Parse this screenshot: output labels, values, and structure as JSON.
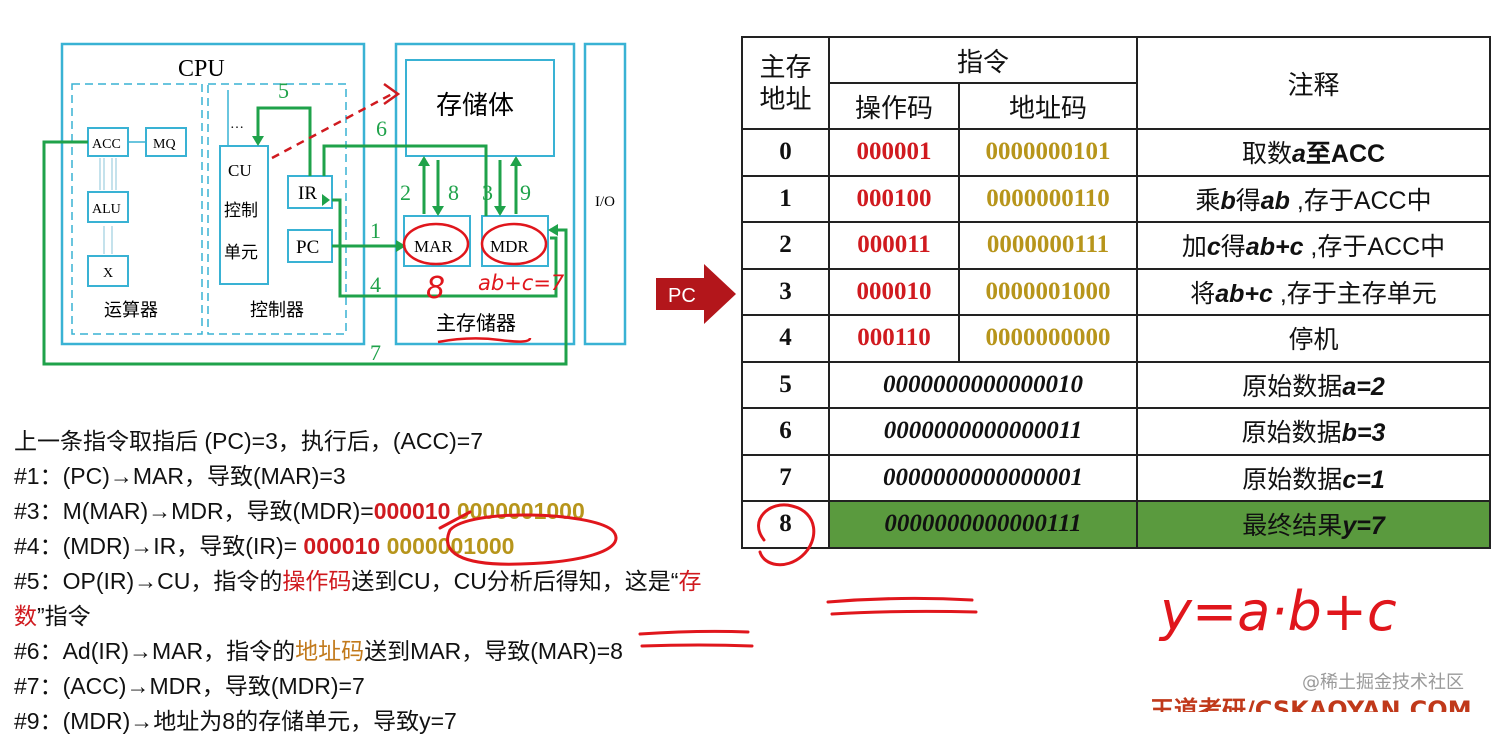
{
  "diagram": {
    "cpu_label": "CPU",
    "acc": "ACC",
    "mq": "MQ",
    "alu": "ALU",
    "x": "X",
    "alu_unit_label": "运算器",
    "cu_lines": [
      "CU",
      "控制",
      "单元"
    ],
    "dots": "…",
    "ir": "IR",
    "pc": "PC",
    "control_unit_label": "控制器",
    "storage_body": "存储体",
    "mar": "MAR",
    "mdr": "MDR",
    "main_memory_label": "主存储器",
    "io": "I/O",
    "step_numbers": [
      "5",
      "6",
      "2",
      "8",
      "3",
      "9",
      "1",
      "4",
      "7"
    ],
    "handwritten_mar": "8",
    "handwritten_mdr": "ab+c=7"
  },
  "pc_arrow_label": "PC",
  "table": {
    "headers": {
      "address": [
        "主存",
        "地址"
      ],
      "instruction": "指令",
      "opcode": "操作码",
      "address_code": "地址码",
      "note": "注释"
    },
    "instruction_rows": [
      {
        "addr": "0",
        "op": "000001",
        "ad": "0000000101",
        "note_pre": "取数",
        "note_var": "a",
        "note_post": "至ACC"
      },
      {
        "addr": "1",
        "op": "000100",
        "ad": "0000000110",
        "note_pre": "乘",
        "note_var": "b",
        "note_post": "得",
        "note_var2": "ab",
        "note_post2": " ,存于ACC中"
      },
      {
        "addr": "2",
        "op": "000011",
        "ad": "0000000111",
        "note_pre": "加",
        "note_var": "c",
        "note_post": "得",
        "note_var2": "ab+c",
        "note_post2": "  ,存于ACC中"
      },
      {
        "addr": "3",
        "op": "000010",
        "ad": "0000001000",
        "note_pre": "将",
        "note_var": "ab+c",
        "note_post": " ,存于主存单元"
      },
      {
        "addr": "4",
        "op": "000110",
        "ad": "0000000000",
        "note_pre": "停机"
      }
    ],
    "data_rows": [
      {
        "addr": "5",
        "word": "0000000000000010",
        "note_pre": "原始数据",
        "note_var": "a=2"
      },
      {
        "addr": "6",
        "word": "0000000000000011",
        "note_pre": "原始数据",
        "note_var": "b=3"
      },
      {
        "addr": "7",
        "word": "0000000000000001",
        "note_pre": "原始数据",
        "note_var": "c=1"
      },
      {
        "addr": "8",
        "word": "0000000000000111",
        "note_pre": "最终结果",
        "note_var": "y=7"
      }
    ]
  },
  "steps": {
    "line0": "上一条指令取指后 (PC)=3，执行后，(ACC)=7",
    "line1": "#1：(PC)→MAR，导致(MAR)=3",
    "line3_pre": "#3：M(MAR)→MDR，导致(MDR)=",
    "line3_op": "000010",
    "line3_ad": "0000001000",
    "line4_pre": "#4：(MDR)→IR，导致(IR)= ",
    "line4_op": "000010",
    "line4_ad": "0000001000",
    "line5_a": "#5：OP(IR)→CU，指令的",
    "line5_b": "操作码",
    "line5_c": "送到CU，CU分析后得知，这是“",
    "line5_d": "存数",
    "line5_e": "”指令",
    "line6_a": "#6：Ad(IR)→MAR，指令的",
    "line6_b": "地址码",
    "line6_c": "送到MAR，导致(MAR)=8",
    "line7": "#7：(ACC)→MDR，导致(MDR)=7",
    "line9": "#9：(MDR)→地址为8的存储单元，导致y=7"
  },
  "handwritten_formula": "y=a·b+c",
  "watermark": "@稀土掘金技术社区",
  "footer_partial": "王道考研/CSKAOYAN.COM"
}
